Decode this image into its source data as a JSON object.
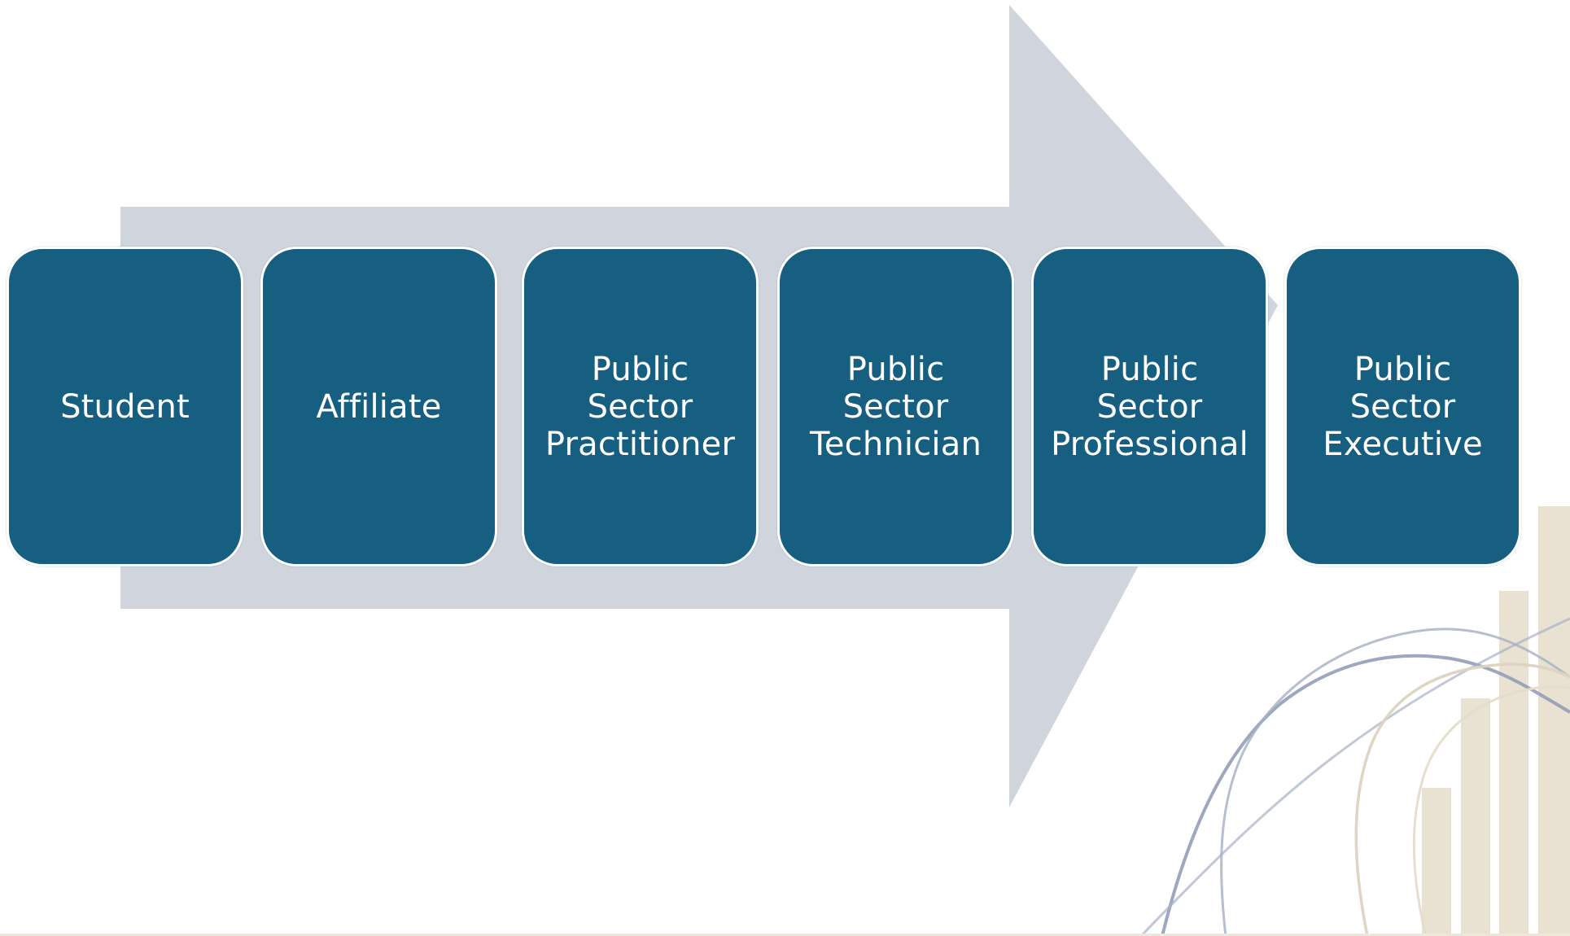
{
  "diagram": {
    "type": "career-progression-process",
    "colors": {
      "stage_fill": "#175f80",
      "stage_text": "#ffffff",
      "stage_border": "#ffffff",
      "arrow_fill": "#cfd4dd",
      "decoration_blue": "#8f9bb4",
      "decoration_tan": "#ddd3bf",
      "decoration_bar_fill": "#e8dfcf"
    },
    "stages": [
      {
        "label": "Student"
      },
      {
        "label": "Affiliate"
      },
      {
        "label": "Public\nSector\nPractitioner"
      },
      {
        "label": "Public\nSector\nTechnician"
      },
      {
        "label": "Public\nSector\nProfessional"
      },
      {
        "label": "Public\nSector\nExecutive"
      }
    ]
  }
}
